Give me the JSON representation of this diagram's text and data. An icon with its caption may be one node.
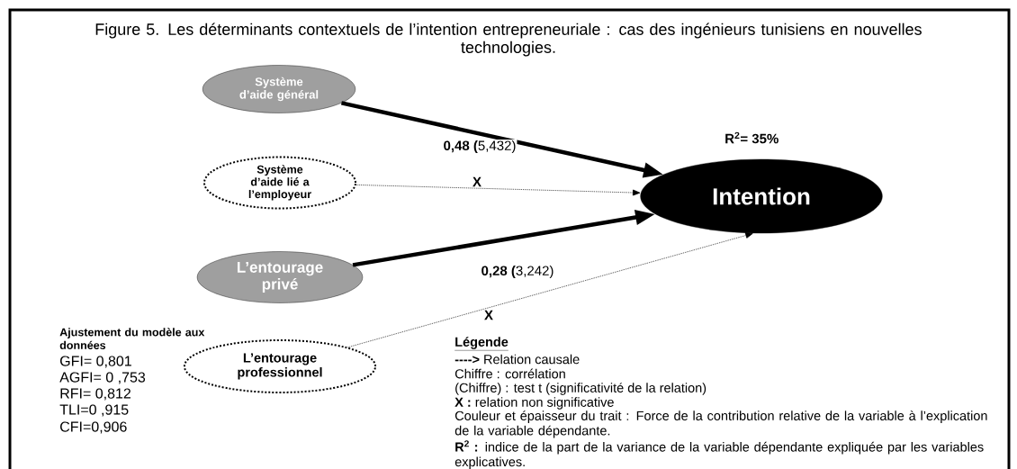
{
  "diagram": {
    "title": "Figure 5. Les déterminants contextuels de l’intention entrepreneuriale  : cas des ingénieurs tunisiens en nouvelles technologies.",
    "nodes": [
      {
        "text": [
          "Système d’aide général"
        ]
      },
      {
        "text": [
          "Système d’aide lié a l’employeur"
        ]
      },
      {
        "text": [
          "L’entourage privé"
        ]
      },
      {
        "text": [
          "L’entourage professionnel"
        ]
      },
      {
        "text": [
          "Intention"
        ]
      }
    ],
    "edges": [
      {
        "from": 0,
        "to": 4,
        "arrow": "to",
        "style": "thick",
        "label": "**0,48 (**5,432)"
      },
      {
        "from": 1,
        "to": 4,
        "arrow": "to",
        "style": "dashed",
        "label": "X"
      },
      {
        "from": 2,
        "to": 4,
        "arrow": "to",
        "style": "thick",
        "label": "**0,28 (**3,242)"
      },
      {
        "from": 3,
        "to": 4,
        "arrow": "to",
        "style": "dashed",
        "label": "X"
      }
    ],
    "labels": [
      "R$^{2}$= 35%",
      "Ajustement du modèle aux données",
      "GFI= 0,801",
      "AGFI= 0 ,753",
      "RFI= 0,812",
      "TLI=0 ,915",
      "CFI=0,906",
      "Légende",
      "**---->**   Relation causale",
      "Chiffre : corrélation",
      "(Chiffre) : test t (significativité de la relation)",
      "**X :** relation non significative",
      "Couleur et épaisseur du trait : Force de la contribution relative de la variable à l’explication de la variable dépendante.",
      "**R$^{2}$ :** indice de la part de la variance de la variable dépendante expliquée par les variables explicatives."
    ]
  }
}
